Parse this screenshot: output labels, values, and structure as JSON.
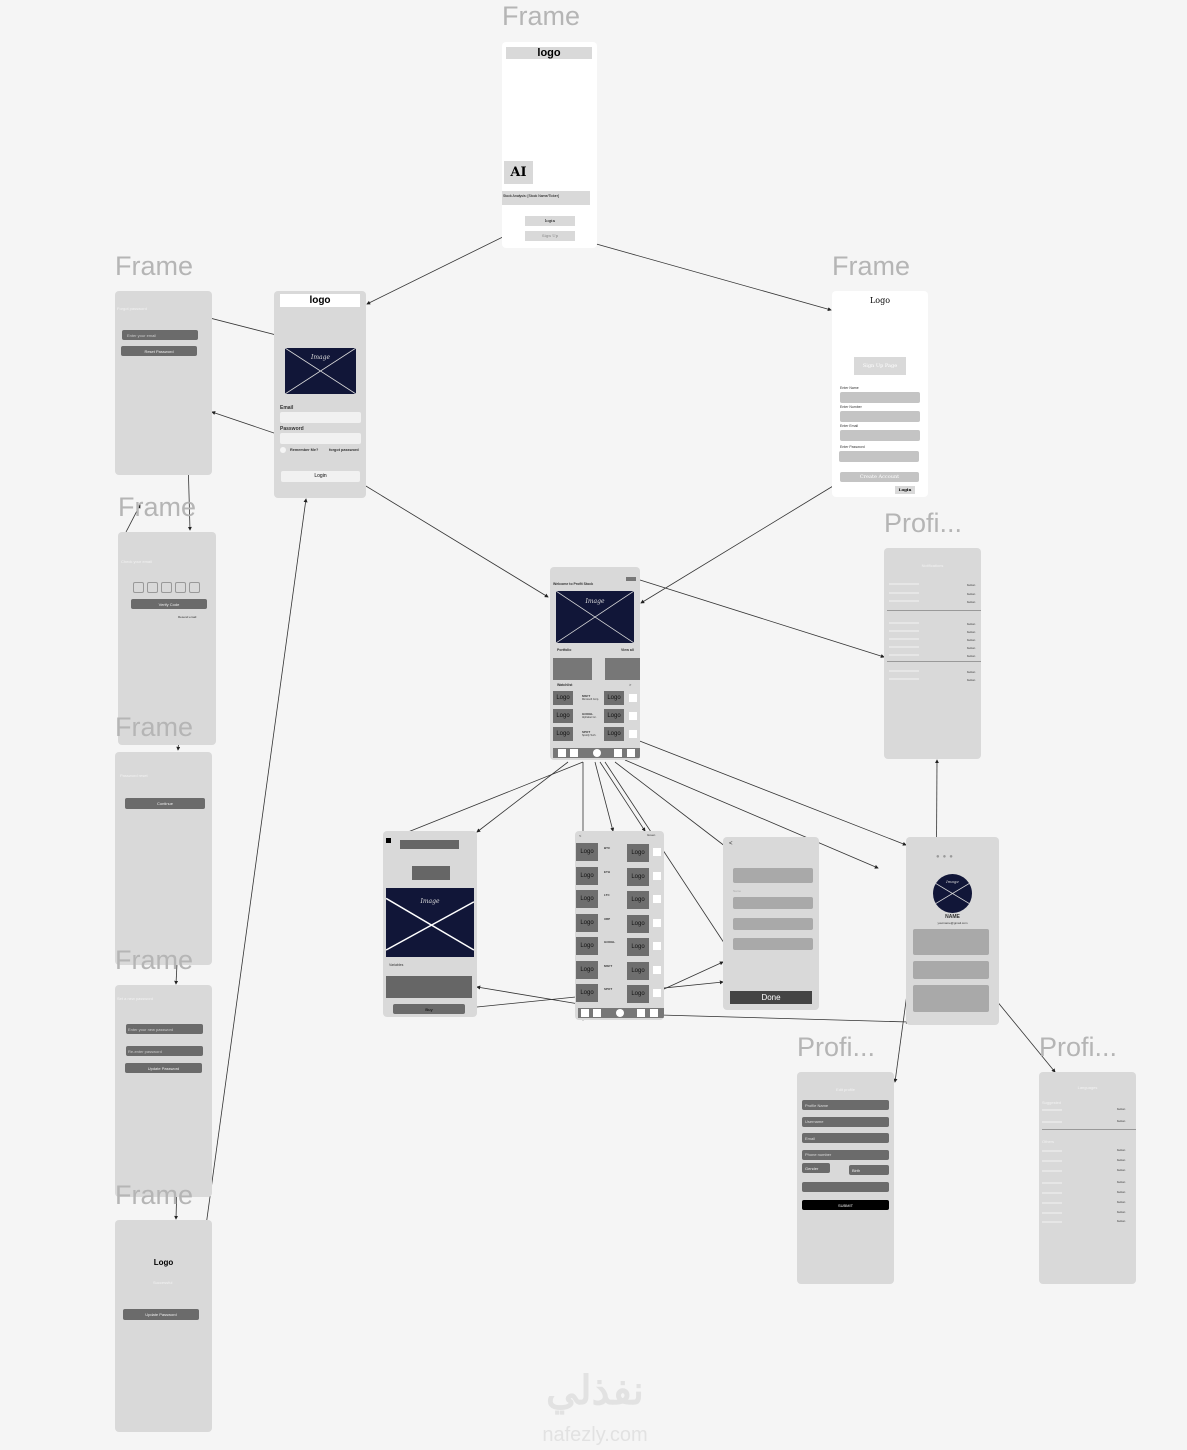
{
  "frame_titles": {
    "splash": "Frame",
    "forgot": "Frame",
    "signup": "Frame",
    "verify": "Frame",
    "new_pass": "Frame",
    "set_pass": "Frame",
    "success": "Frame",
    "notifications": "Profi...",
    "edit_profile": "Profi...",
    "languages": "Profi..."
  },
  "splash": {
    "logo": "logo",
    "ai_badge": "AI",
    "tagline": "Stock Analysis: [Stock Name/Ticker]",
    "login": "login",
    "signup": "Sign Up"
  },
  "login": {
    "logo": "logo",
    "image": "Image",
    "email_label": "Email",
    "password_label": "Password",
    "remember": "Remember Me?",
    "forgot": "forgot password",
    "login_button": "Login"
  },
  "signup": {
    "logo": "Logo",
    "heading": "Sign Up Page",
    "name_label": "Enter Name",
    "number_label": "Enter Number",
    "email_label": "Enter Email",
    "password_label": "Enter Password",
    "create": "Create Account",
    "login": "Login"
  },
  "forgot": {
    "title": "Forgot password",
    "email_placeholder": "Enter your email",
    "reset": "Reset Password"
  },
  "verify": {
    "title": "Check your email",
    "verify": "Verify Code",
    "resend": "Resend email"
  },
  "new_pass": {
    "title": "Password reset",
    "confirm": "Continue"
  },
  "set_pass": {
    "title": "Set a new password",
    "new_placeholder": "Enter your new password",
    "reenter_placeholder": "Re-enter password",
    "update": "Update Password"
  },
  "success": {
    "logo": "Logo",
    "subtitle": "Successful",
    "update": "Update Password"
  },
  "home": {
    "welcome": "Welcome to Profit Stock",
    "image": "Image",
    "portfolio": "Portfolio",
    "view_all": "View all",
    "watchlist": "Watchlist",
    "chevron": ">",
    "rows": [
      {
        "logo": "Logo",
        "ticker": "MSFT",
        "name": "Microsoft Corp."
      },
      {
        "logo": "Logo",
        "ticker": "GOOGL",
        "name": "Alphabet Inc."
      },
      {
        "logo": "Logo",
        "ticker": "SPOT",
        "name": "Spotify Tech."
      }
    ]
  },
  "product": {
    "image": "Image",
    "label": "Variables",
    "buy": "Buy"
  },
  "market": {
    "back": "<",
    "filter": "Green",
    "rows": [
      {
        "logo": "Logo",
        "ticker": "BTC"
      },
      {
        "logo": "Logo",
        "ticker": "ETH"
      },
      {
        "logo": "Logo",
        "ticker": "LTC"
      },
      {
        "logo": "Logo",
        "ticker": "XRP"
      },
      {
        "logo": "Logo",
        "ticker": "GOOGL"
      },
      {
        "logo": "Logo",
        "ticker": "MSFT"
      },
      {
        "logo": "Logo",
        "ticker": "SPOT"
      }
    ],
    "right_logo": "Logo"
  },
  "form": {
    "back": "<",
    "label": "Name",
    "done": "Done"
  },
  "profile": {
    "image": "Image",
    "name": "NAME",
    "email": "yourname@gmail.com"
  },
  "notifications": {
    "title": "Notifications",
    "button": "button"
  },
  "edit_profile": {
    "title": "Edit profile",
    "fields": [
      "Profile Name",
      "Username",
      "Email",
      "Phone number"
    ],
    "gender": "Gender",
    "dob": "Birth",
    "submit": "SUBMIT"
  },
  "languages": {
    "title": "Languages",
    "suggested": "Suggested",
    "others": "Others",
    "button": "button"
  },
  "watermark": {
    "arabic": "نفذلي",
    "url": "nafezly.com"
  }
}
